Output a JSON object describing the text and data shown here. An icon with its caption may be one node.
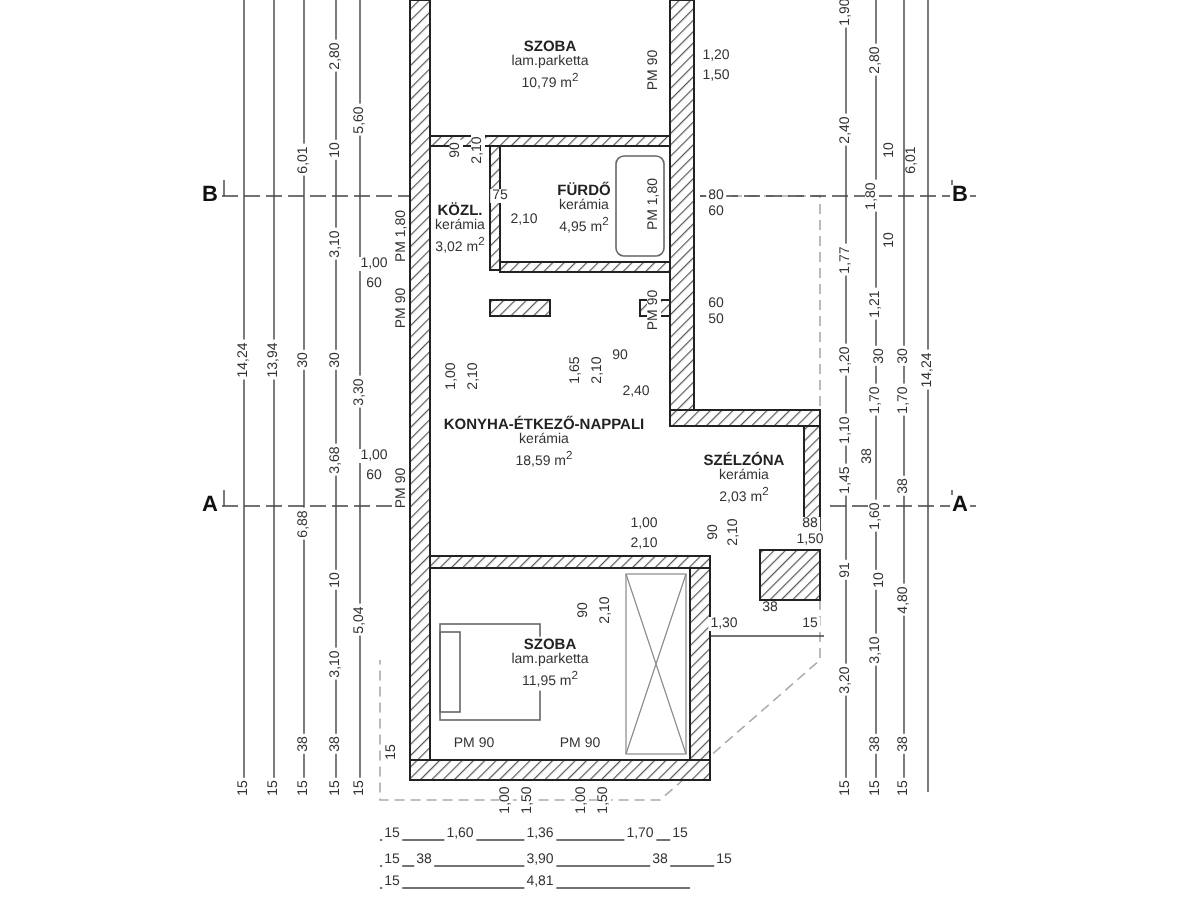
{
  "diagram": {
    "nodes": [
      {
        "text": [
          "SZOBA",
          "lam.parketta",
          "10,79 m$^{2}$"
        ]
      },
      {
        "text": [
          "KÖZL.",
          "kerámia",
          "3,02 m$^{2}$"
        ]
      },
      {
        "text": [
          "FÜRDŐ",
          "kerámia",
          "4,95 m$^{2}$"
        ]
      },
      {
        "text": [
          "KONYHA-ÉTKEZŐ-NAPPALI",
          "kerámia",
          "18,59 m$^{2}$"
        ]
      },
      {
        "text": [
          "SZÉLZÓNA",
          "kerámia",
          "2,03 m$^{2}$"
        ]
      },
      {
        "text": [
          "SZOBA",
          "lam.parketta",
          "11,95 m$^{2}$"
        ]
      }
    ],
    "labels": [
      "1,90",
      "2,80",
      "PM 90",
      "1,20",
      "2,80",
      "1,50",
      "5,60",
      "2,40",
      "6,01",
      "10",
      "90",
      "2,10",
      "10",
      "6,01",
      "B",
      "75",
      "2,10",
      "PM 1,80",
      "80",
      "60",
      "1,80",
      "B",
      "3,10",
      "PM 1,80",
      "10",
      "1,77",
      "1,00",
      "60",
      "PM 90",
      "PM 90",
      "60",
      "1,21",
      "50",
      "14,24",
      "13,94",
      "30",
      "30",
      "1,00",
      "2,10",
      "1,65",
      "2,10",
      "90",
      "1,20",
      "30",
      "30",
      "14,24",
      "3,30",
      "2,40",
      "1,70",
      "1,70",
      "1,10",
      "3,68",
      "1,00",
      "38",
      "60",
      "PM 90",
      "1,45",
      "38",
      "A",
      "6,88",
      "1,00",
      "90",
      "2,10",
      "88",
      "1,60",
      "A",
      "2,10",
      "1,50",
      "10",
      "91",
      "10",
      "5,04",
      "90",
      "2,10",
      "1,30",
      "38",
      "15",
      "4,80",
      "3,10",
      "3,20",
      "3,10",
      "38",
      "38",
      "15",
      "PM 90",
      "PM 90",
      "38",
      "38",
      "15",
      "15",
      "15",
      "15",
      "15",
      "1,00",
      "1,50",
      "1,00",
      "1,50",
      "15",
      "15",
      "15",
      "15",
      "1,60",
      "1,36",
      "1,70",
      "15",
      "15",
      "38",
      "3,90",
      "38",
      "15",
      "15",
      "4,81"
    ]
  }
}
